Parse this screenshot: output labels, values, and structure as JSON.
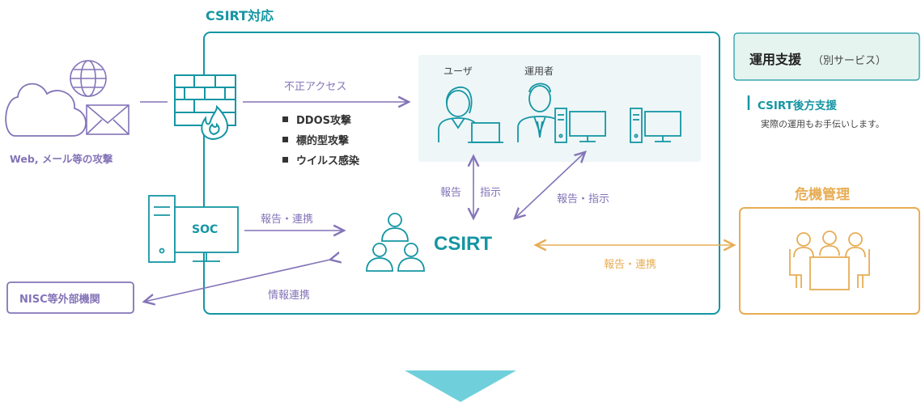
{
  "title": "CSIRT対応",
  "attack_label": "Web, メール等の攻撃",
  "unauthorized_access": "不正アクセス",
  "attacks": [
    "DDOS攻撃",
    "標的型攻撃",
    "ウイルス感染"
  ],
  "user_label": "ユーザ",
  "operator_label": "運用者",
  "soc_label": "SOC",
  "report_link_1": "報告・連携",
  "report_1": "報告",
  "instruct_1": "指示",
  "report_instruct": "報告・指示",
  "csirt_label": "CSIRT",
  "nisc_label": "NISC等外部機関",
  "info_link": "情報連携",
  "report_link_2": "報告・連携",
  "ops_support": {
    "title": "運用支援",
    "subtitle": "（別サービス）"
  },
  "csirt_support": {
    "heading": "CSIRT後方支援",
    "desc": "実際の運用もお手伝いします。"
  },
  "crisis_label": "危機管理",
  "colors": {
    "teal": "#1596a3",
    "purple": "#8474b8",
    "orange": "#e7ad55",
    "light_blue_bg": "#eef6f8",
    "mint_bg": "#e6f4f0",
    "arrow_down": "#6fd0dc"
  }
}
